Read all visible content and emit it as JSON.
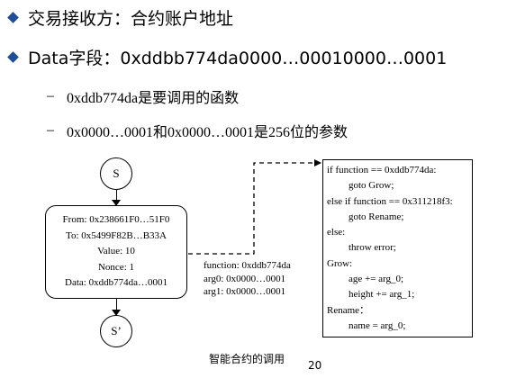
{
  "bullets": [
    {
      "text": "交易接收方：合约账户地址"
    },
    {
      "text": "Data字段：0xddbb774da0000…00010000…0001"
    }
  ],
  "sub_bullets": [
    {
      "dash": "–",
      "text": "0xddb774da是要调用的函数"
    },
    {
      "dash": "–",
      "text": "0x0000…0001和0x0000…0001是256位的参数"
    }
  ],
  "diagram": {
    "state_start": "S",
    "state_end": "S’",
    "transaction": [
      "From: 0x238661F0…51F0",
      "To: 0x5499F82B…B33A",
      "Value: 10",
      "Nonce: 1",
      "Data: 0xddb774da…0001"
    ],
    "call_info": [
      "function: 0xddb774da",
      "arg0: 0x0000…0001",
      "arg1: 0x0000…0001"
    ],
    "code": [
      "if function == 0xddb774da:",
      "goto Grow;",
      "else if function == 0x311218f3:",
      "goto Rename;",
      "else:",
      "throw error;",
      "Grow:",
      "age += arg_0;",
      "height += arg_1;",
      "Rename：",
      "name = arg_0;"
    ]
  },
  "caption": "智能合约的调用",
  "page_number": "20",
  "colors": {
    "bullet": "#1f4e99"
  },
  "icons": {
    "bullet": "diamond-bullet-icon"
  }
}
